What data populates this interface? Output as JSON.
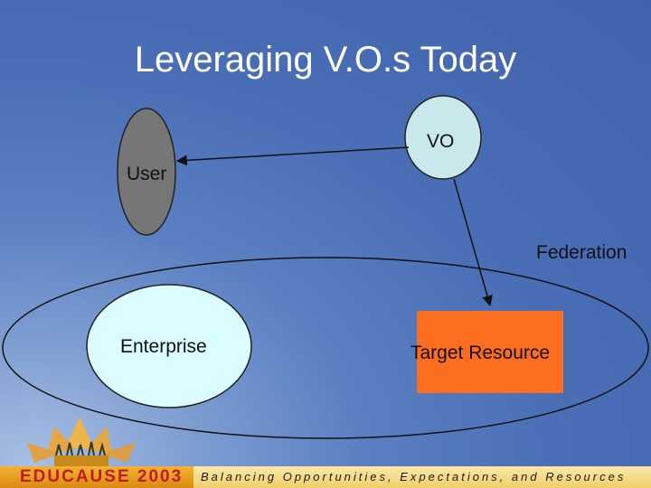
{
  "slide": {
    "title": "Leveraging V.O.s Today"
  },
  "diagram": {
    "nodes": {
      "vo": "VO",
      "user": "User",
      "federation": "Federation",
      "enterprise": "Enterprise",
      "target_resource": "Target Resource"
    }
  },
  "footer": {
    "left_text": "EDUCAUSE 2003",
    "tagline": "Balancing Opportunities, Expectations, and Resources"
  },
  "colors": {
    "user_fill": "#767676",
    "vo_fill": "#c9e8ec",
    "enterprise_fill": "#dcfdff",
    "target_fill": "#fb6d1f",
    "footer_orange": "#e9a024",
    "footer_red": "#c01c1c"
  }
}
